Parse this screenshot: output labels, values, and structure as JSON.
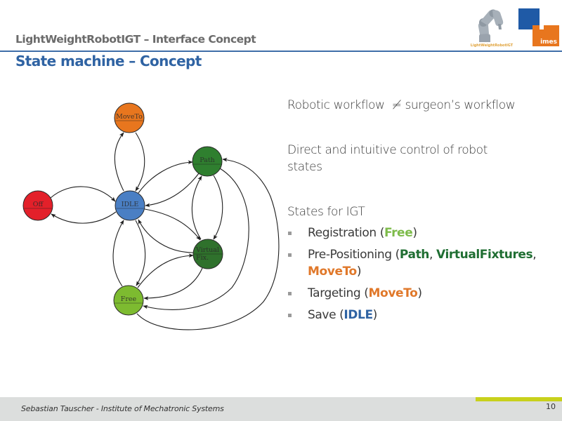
{
  "header": {
    "title": "LightWeightRobotIGT",
    "title_separator": " – ",
    "title_suffix": "Interface Concept",
    "subtitle": "State machine – Concept"
  },
  "logos": {
    "project_logo": {
      "icon": "robot-arm-icon",
      "text": "LightWeightRobotIGT",
      "color": "#e0a23a"
    },
    "institute_logo": {
      "icon": "imes-logo",
      "text": "imes",
      "colors": {
        "blue": "#1f5aa6",
        "orange": "#e8761e"
      }
    }
  },
  "diagram": {
    "title": "State machine",
    "nodes": [
      {
        "id": "moveto",
        "label_lines": [
          "MoveTo"
        ],
        "color": "#e8761e"
      },
      {
        "id": "off",
        "label_lines": [
          "Off"
        ],
        "color": "#e3202a"
      },
      {
        "id": "idle",
        "label_lines": [
          "IDLE"
        ],
        "color": "#4a7fc4"
      },
      {
        "id": "path",
        "label_lines": [
          "Path"
        ],
        "color": "#2f7f2f"
      },
      {
        "id": "virtualfix",
        "label_lines": [
          "Virtual",
          "Fix."
        ],
        "color": "#2f712c"
      },
      {
        "id": "free",
        "label_lines": [
          "Free"
        ],
        "color": "#7dbb30"
      }
    ],
    "edges": [
      {
        "from": "idle",
        "to": "moveto"
      },
      {
        "from": "moveto",
        "to": "idle"
      },
      {
        "from": "off",
        "to": "idle"
      },
      {
        "from": "idle",
        "to": "off"
      },
      {
        "from": "idle",
        "to": "path"
      },
      {
        "from": "path",
        "to": "idle"
      },
      {
        "from": "path",
        "to": "virtualfix"
      },
      {
        "from": "virtualfix",
        "to": "path"
      },
      {
        "from": "idle",
        "to": "virtualfix"
      },
      {
        "from": "virtualfix",
        "to": "idle"
      },
      {
        "from": "free",
        "to": "idle"
      },
      {
        "from": "idle",
        "to": "free"
      },
      {
        "from": "free",
        "to": "virtualfix"
      },
      {
        "from": "virtualfix",
        "to": "free"
      },
      {
        "from": "path",
        "to": "free"
      },
      {
        "from": "free",
        "to": "path"
      }
    ]
  },
  "content": {
    "point_1": {
      "left": "Robotic workflow",
      "symbol": "≠",
      "right": "surgeon’s workflow"
    },
    "point_2": "Direct and intuitive control of robot states",
    "point_3": "States for IGT",
    "bullets": [
      {
        "text": "Registration (",
        "refs": [
          {
            "label": "Free",
            "state": "free"
          }
        ],
        "close": ")"
      },
      {
        "text": "Pre-Positioning (",
        "refs": [
          {
            "label": "Path",
            "state": "path"
          },
          {
            "label": "VirtualFixtures",
            "state": "virtualfix"
          },
          {
            "label": "MoveTo",
            "state": "moveto"
          }
        ],
        "separator": ", ",
        "close": ")"
      },
      {
        "text": "Targeting (",
        "refs": [
          {
            "label": "MoveTo",
            "state": "moveto"
          }
        ],
        "close": ")"
      },
      {
        "text": "Save (",
        "refs": [
          {
            "label": "IDLE",
            "state": "idle"
          }
        ],
        "close": ")"
      }
    ],
    "state_colors": {
      "free": "#7dbb4a",
      "path": "#1f6e32",
      "virtualfix": "#1f6e32",
      "moveto": "#e0782a",
      "idle": "#2f63a3"
    }
  },
  "footer": {
    "author": "Sebastian Tauscher - Institute of Mechatronic Systems",
    "page_number": "10",
    "accent_color": "#c8d11c"
  }
}
